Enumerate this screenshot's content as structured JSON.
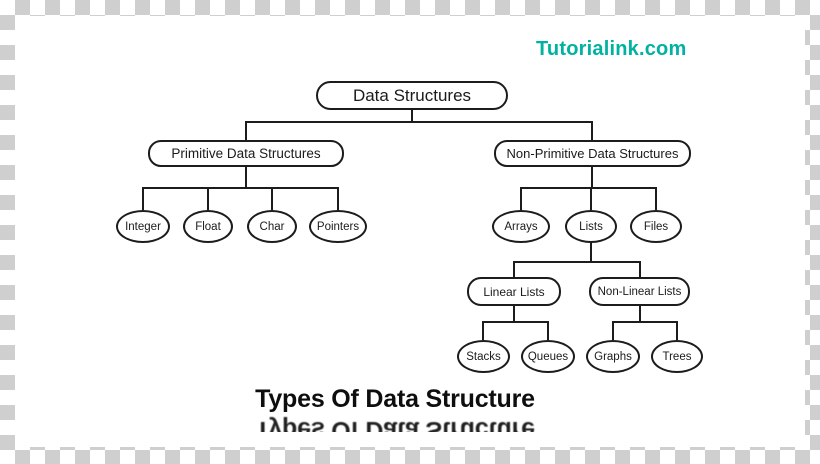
{
  "brand": {
    "label": "Tutorialink.com"
  },
  "footer": {
    "title": "Types Of Data Structure"
  },
  "colors": {
    "brand_teal": "#00b2a0",
    "line_black": "#1c1c1c",
    "background": "#ffffff",
    "checker_gray": "#cfcfcf"
  },
  "nodes": {
    "root": "Data Structures",
    "primitive": "Primitive Data Structures",
    "non_primitive": "Non-Primitive Data Structures",
    "integer": "Integer",
    "float": "Float",
    "char": "Char",
    "pointers": "Pointers",
    "arrays": "Arrays",
    "lists": "Lists",
    "files": "Files",
    "linear_lists": "Linear Lists",
    "non_linear_lists": "Non-Linear Lists",
    "stacks": "Stacks",
    "queues": "Queues",
    "graphs": "Graphs",
    "trees": "Trees"
  }
}
